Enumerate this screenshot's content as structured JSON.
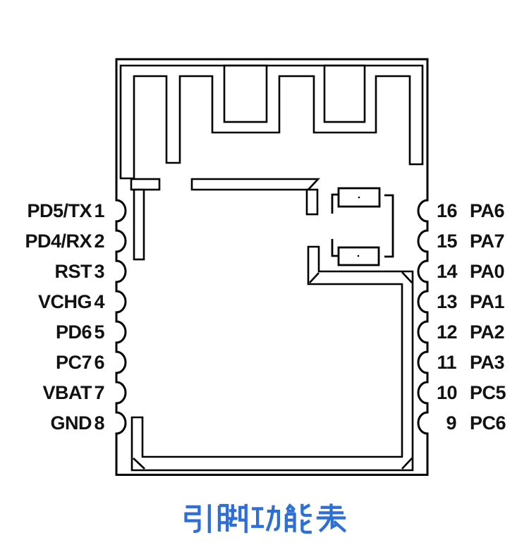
{
  "title": {
    "text": "引脚功能表",
    "color": "#2d6fd6"
  },
  "diagram": {
    "line_color": "#000000",
    "icons": {
      "antenna": "meander-pcb-antenna-icon",
      "shield": "rf-shield-outline-icon",
      "crystal": "crystal-pads-icon"
    }
  },
  "pins": {
    "left": [
      {
        "label": "PD5/TX",
        "number": "1"
      },
      {
        "label": "PD4/RX",
        "number": "2"
      },
      {
        "label": "RST",
        "number": "3"
      },
      {
        "label": "VCHG",
        "number": "4"
      },
      {
        "label": "PD6",
        "number": "5"
      },
      {
        "label": "PC7",
        "number": "6"
      },
      {
        "label": "VBAT",
        "number": "7"
      },
      {
        "label": "GND",
        "number": "8"
      }
    ],
    "right": [
      {
        "number": "16",
        "label": "PA6"
      },
      {
        "number": "15",
        "label": "PA7"
      },
      {
        "number": "14",
        "label": "PA0"
      },
      {
        "number": "13",
        "label": "PA1"
      },
      {
        "number": "12",
        "label": "PA2"
      },
      {
        "number": "11",
        "label": "PA3"
      },
      {
        "number": "10",
        "label": "PC5"
      },
      {
        "number": "9",
        "label": "PC6"
      }
    ]
  }
}
